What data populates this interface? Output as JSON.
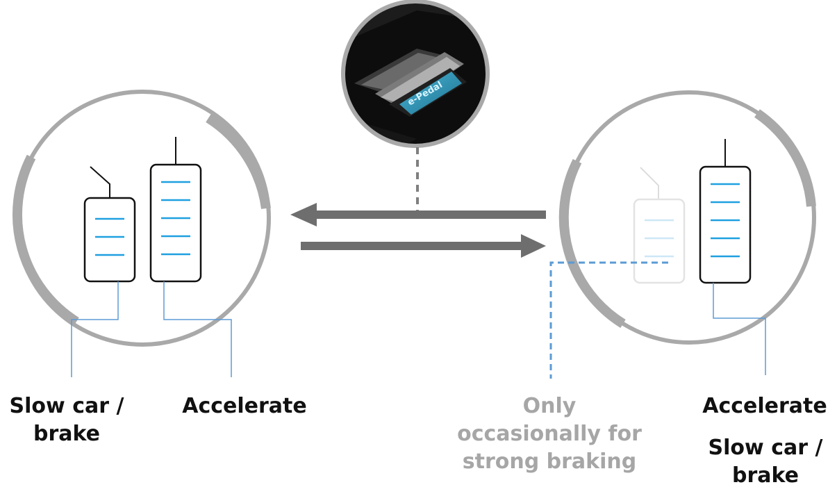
{
  "labels": {
    "left_brake": [
      "Slow car /",
      "brake"
    ],
    "left_accelerate": "Accelerate",
    "occasional": [
      "Only",
      "occasionally for",
      "strong braking"
    ],
    "right_accelerate": "Accelerate",
    "right_brake": [
      "Slow car /",
      "brake"
    ]
  },
  "photo": {
    "button_text": "e-Pedal"
  },
  "colors": {
    "ring": "#a9a9a9",
    "arrow": "#6e6e6e",
    "pedal_line": "#1ea0e0",
    "connector": "#5b9bd5",
    "muted_text": "#a6a6a6",
    "dark_text": "#111111"
  }
}
